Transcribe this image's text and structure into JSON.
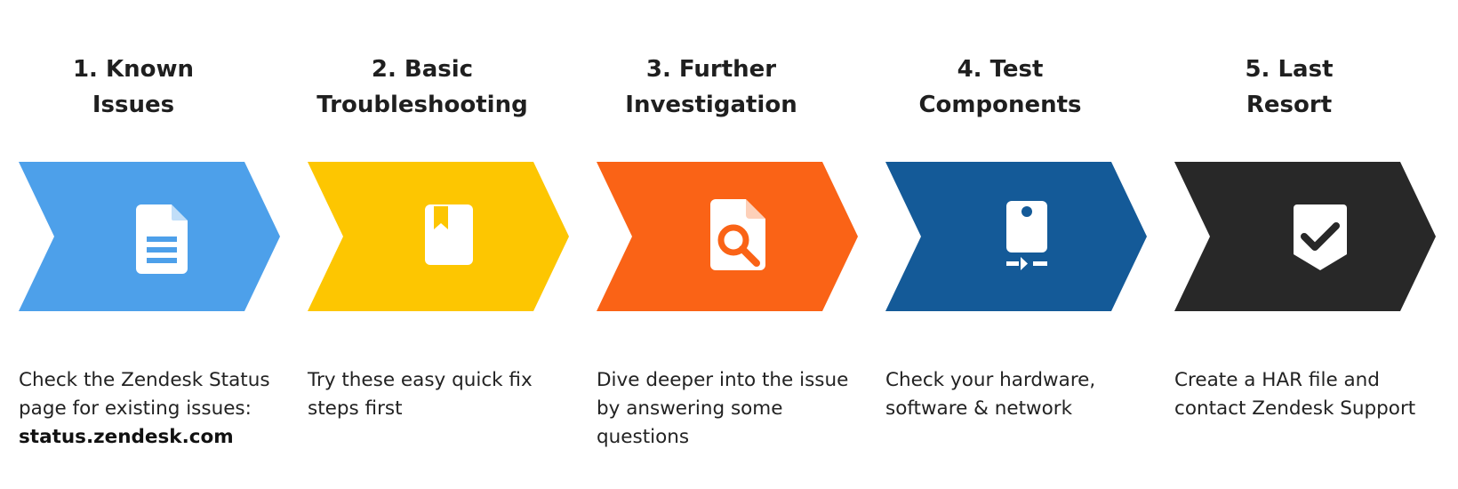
{
  "steps": [
    {
      "title_line1": "1. Known",
      "title_line2": "Issues",
      "description": "Check the Zendesk Status page for existing issues:",
      "link": "status.zendesk.com",
      "color": "#4da0ea",
      "icon": "document-icon"
    },
    {
      "title_line1": "2. Basic",
      "title_line2": "Troubleshooting",
      "description": "Try these easy quick fix steps first",
      "color": "#fdc601",
      "icon": "bookmark-book-icon"
    },
    {
      "title_line1": "3. Further",
      "title_line2": "Investigation",
      "description": "Dive deeper into the issue by answering some questions",
      "color": "#fa6316",
      "icon": "search-document-icon"
    },
    {
      "title_line1": "4. Test",
      "title_line2": "Components",
      "description": "Check your hardware, software & network",
      "color": "#145a98",
      "icon": "device-test-icon"
    },
    {
      "title_line1": "5. Last",
      "title_line2": "Resort",
      "description": "Create a HAR file and contact Zendesk Support",
      "color": "#282828",
      "icon": "shield-check-icon"
    }
  ]
}
